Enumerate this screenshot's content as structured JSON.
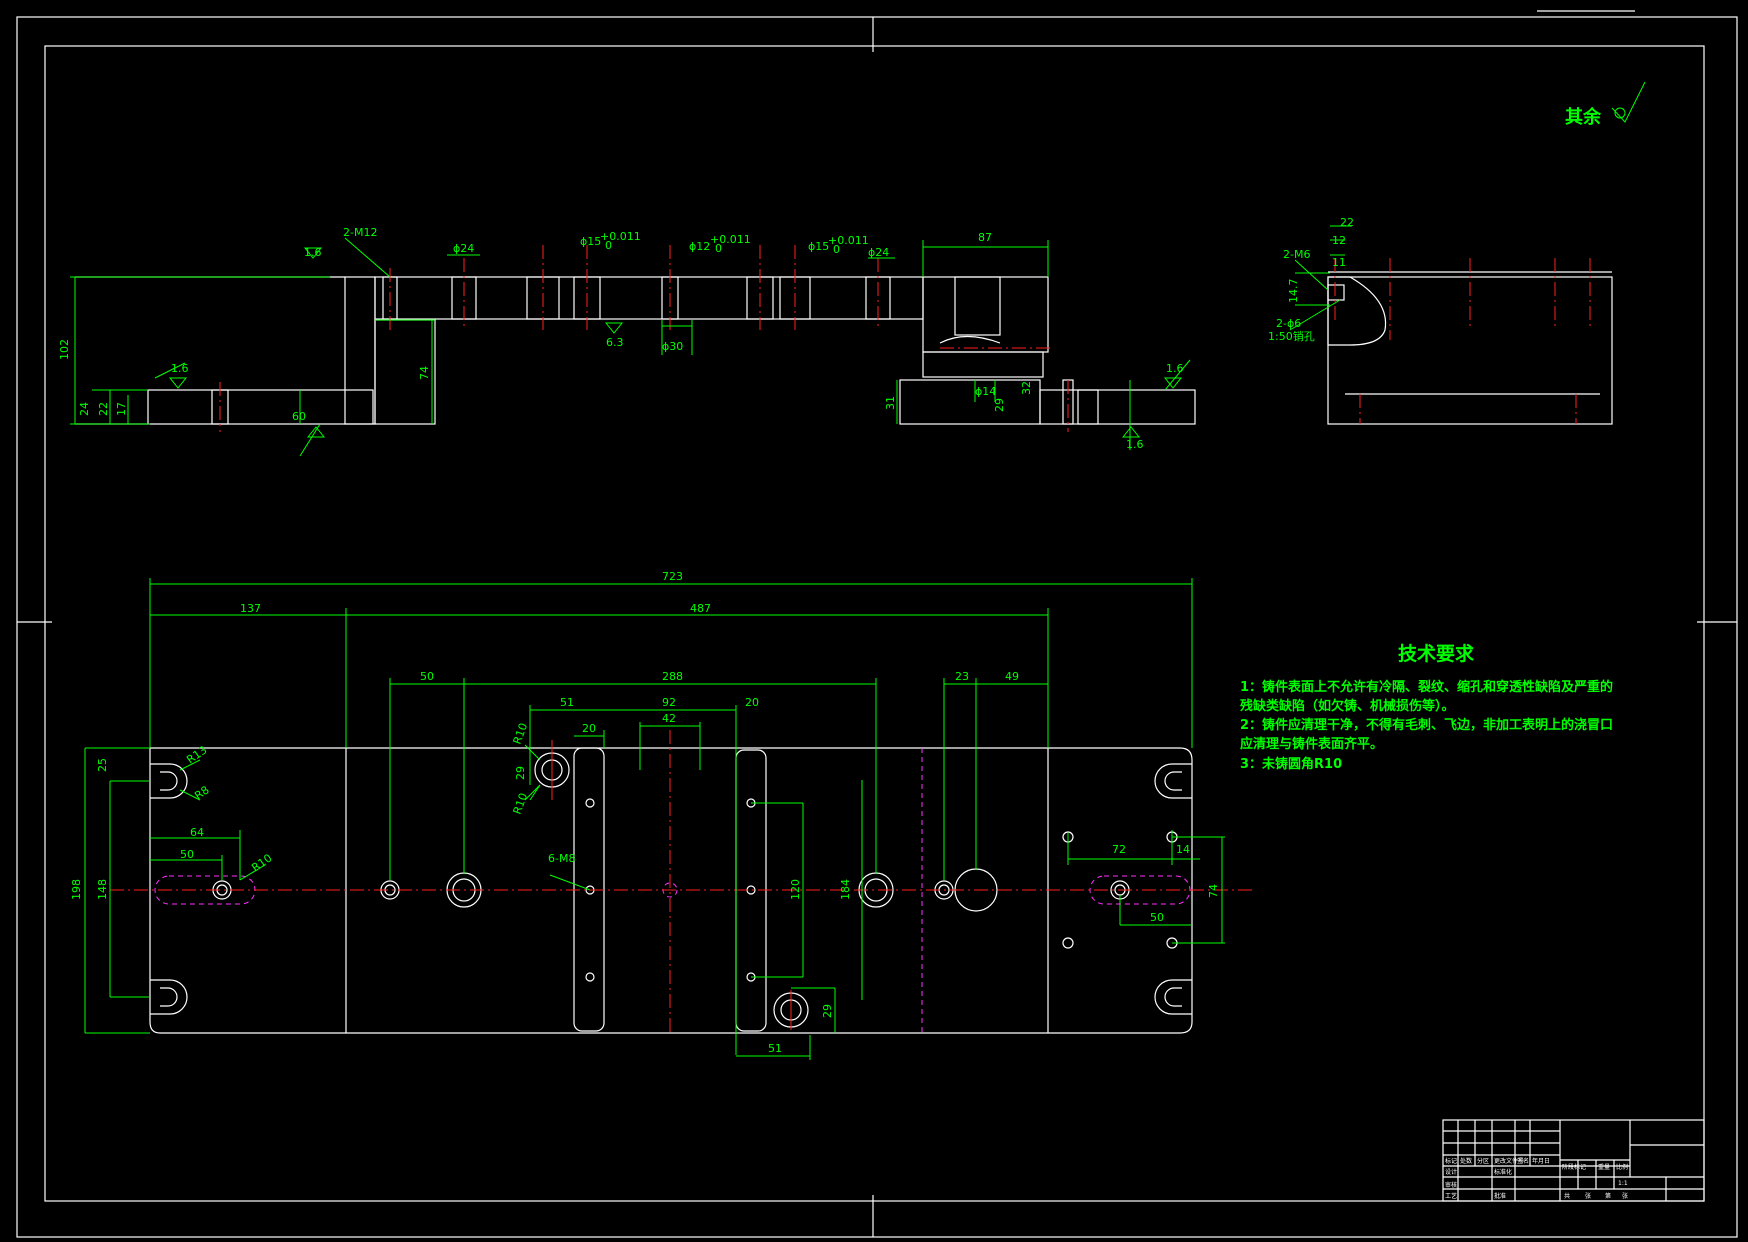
{
  "roughness_note": "其余",
  "tech_requirements": {
    "title": "技术要求",
    "lines": [
      "1：铸件表面上不允许有冷隔、裂纹、缩孔和穿透性缺陷及严重的",
      "残缺类缺陷（如欠铸、机械损伤等）。",
      "2：铸件应清理干净，不得有毛刺、飞边，非加工表明上的浇冒口",
      "应清理与铸件表面齐平。",
      "3：未铸圆角R10"
    ]
  },
  "front_view": {
    "callouts": [
      "2-M12",
      "1.6",
      "1.6",
      "1.6",
      "1.6",
      "6.3"
    ],
    "diameters": [
      "ϕ24",
      "ϕ15",
      "ϕ12",
      "ϕ15",
      "ϕ24",
      "ϕ30",
      "ϕ14"
    ],
    "tolerance": "+0.011",
    "tolerance_low": "0",
    "dims": [
      "87",
      "102",
      "74",
      "24",
      "22",
      "17",
      "60",
      "31",
      "29",
      "32"
    ]
  },
  "side_view": {
    "callouts": [
      "2-M6",
      "2-ϕ6",
      "1:50销孔"
    ],
    "dims": [
      "22",
      "12",
      "11",
      "14.7"
    ]
  },
  "top_view": {
    "dims": [
      "723",
      "137",
      "487",
      "50",
      "288",
      "51",
      "92",
      "20",
      "42",
      "20",
      "23",
      "49",
      "25",
      "198",
      "148",
      "64",
      "50",
      "29",
      "120",
      "184",
      "72",
      "14",
      "74",
      "50",
      "29",
      "51"
    ],
    "radii": [
      "R13",
      "R8",
      "R10",
      "R10",
      "R10"
    ],
    "callouts": [
      "6-M8"
    ]
  },
  "title_block": {
    "row1": [
      "标记",
      "处数",
      "分区",
      "更改文件号",
      "签名",
      "年月日"
    ],
    "row2": [
      "设计",
      "标准化"
    ],
    "row3": [
      "审核",
      "工艺",
      "批准"
    ],
    "right": [
      "阶段标记",
      "重量",
      "比例"
    ],
    "sheets": [
      "共",
      "张",
      "第",
      "张"
    ],
    "scale": "1:1"
  }
}
